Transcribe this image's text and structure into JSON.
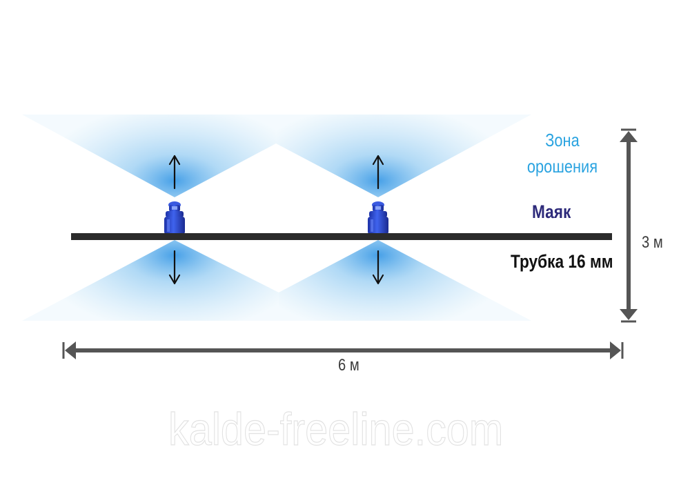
{
  "labels": {
    "zone_line1": "Зона",
    "zone_line2": "орошения",
    "beacon": "Маяк",
    "tube": "Трубка 16 мм",
    "height": "3 м",
    "width": "6 м"
  },
  "watermark": "kalde-freeline.com",
  "colors": {
    "zone_text": "#2aa3e0",
    "beacon_text": "#2d2a7a",
    "spray": "#4fa8e8",
    "tube": "#2b2b2b",
    "emitter": "#2f4fd8",
    "dimension": "#555555"
  },
  "icons": {
    "emitter": "emitter-icon",
    "arrow": "arrow-icon"
  }
}
